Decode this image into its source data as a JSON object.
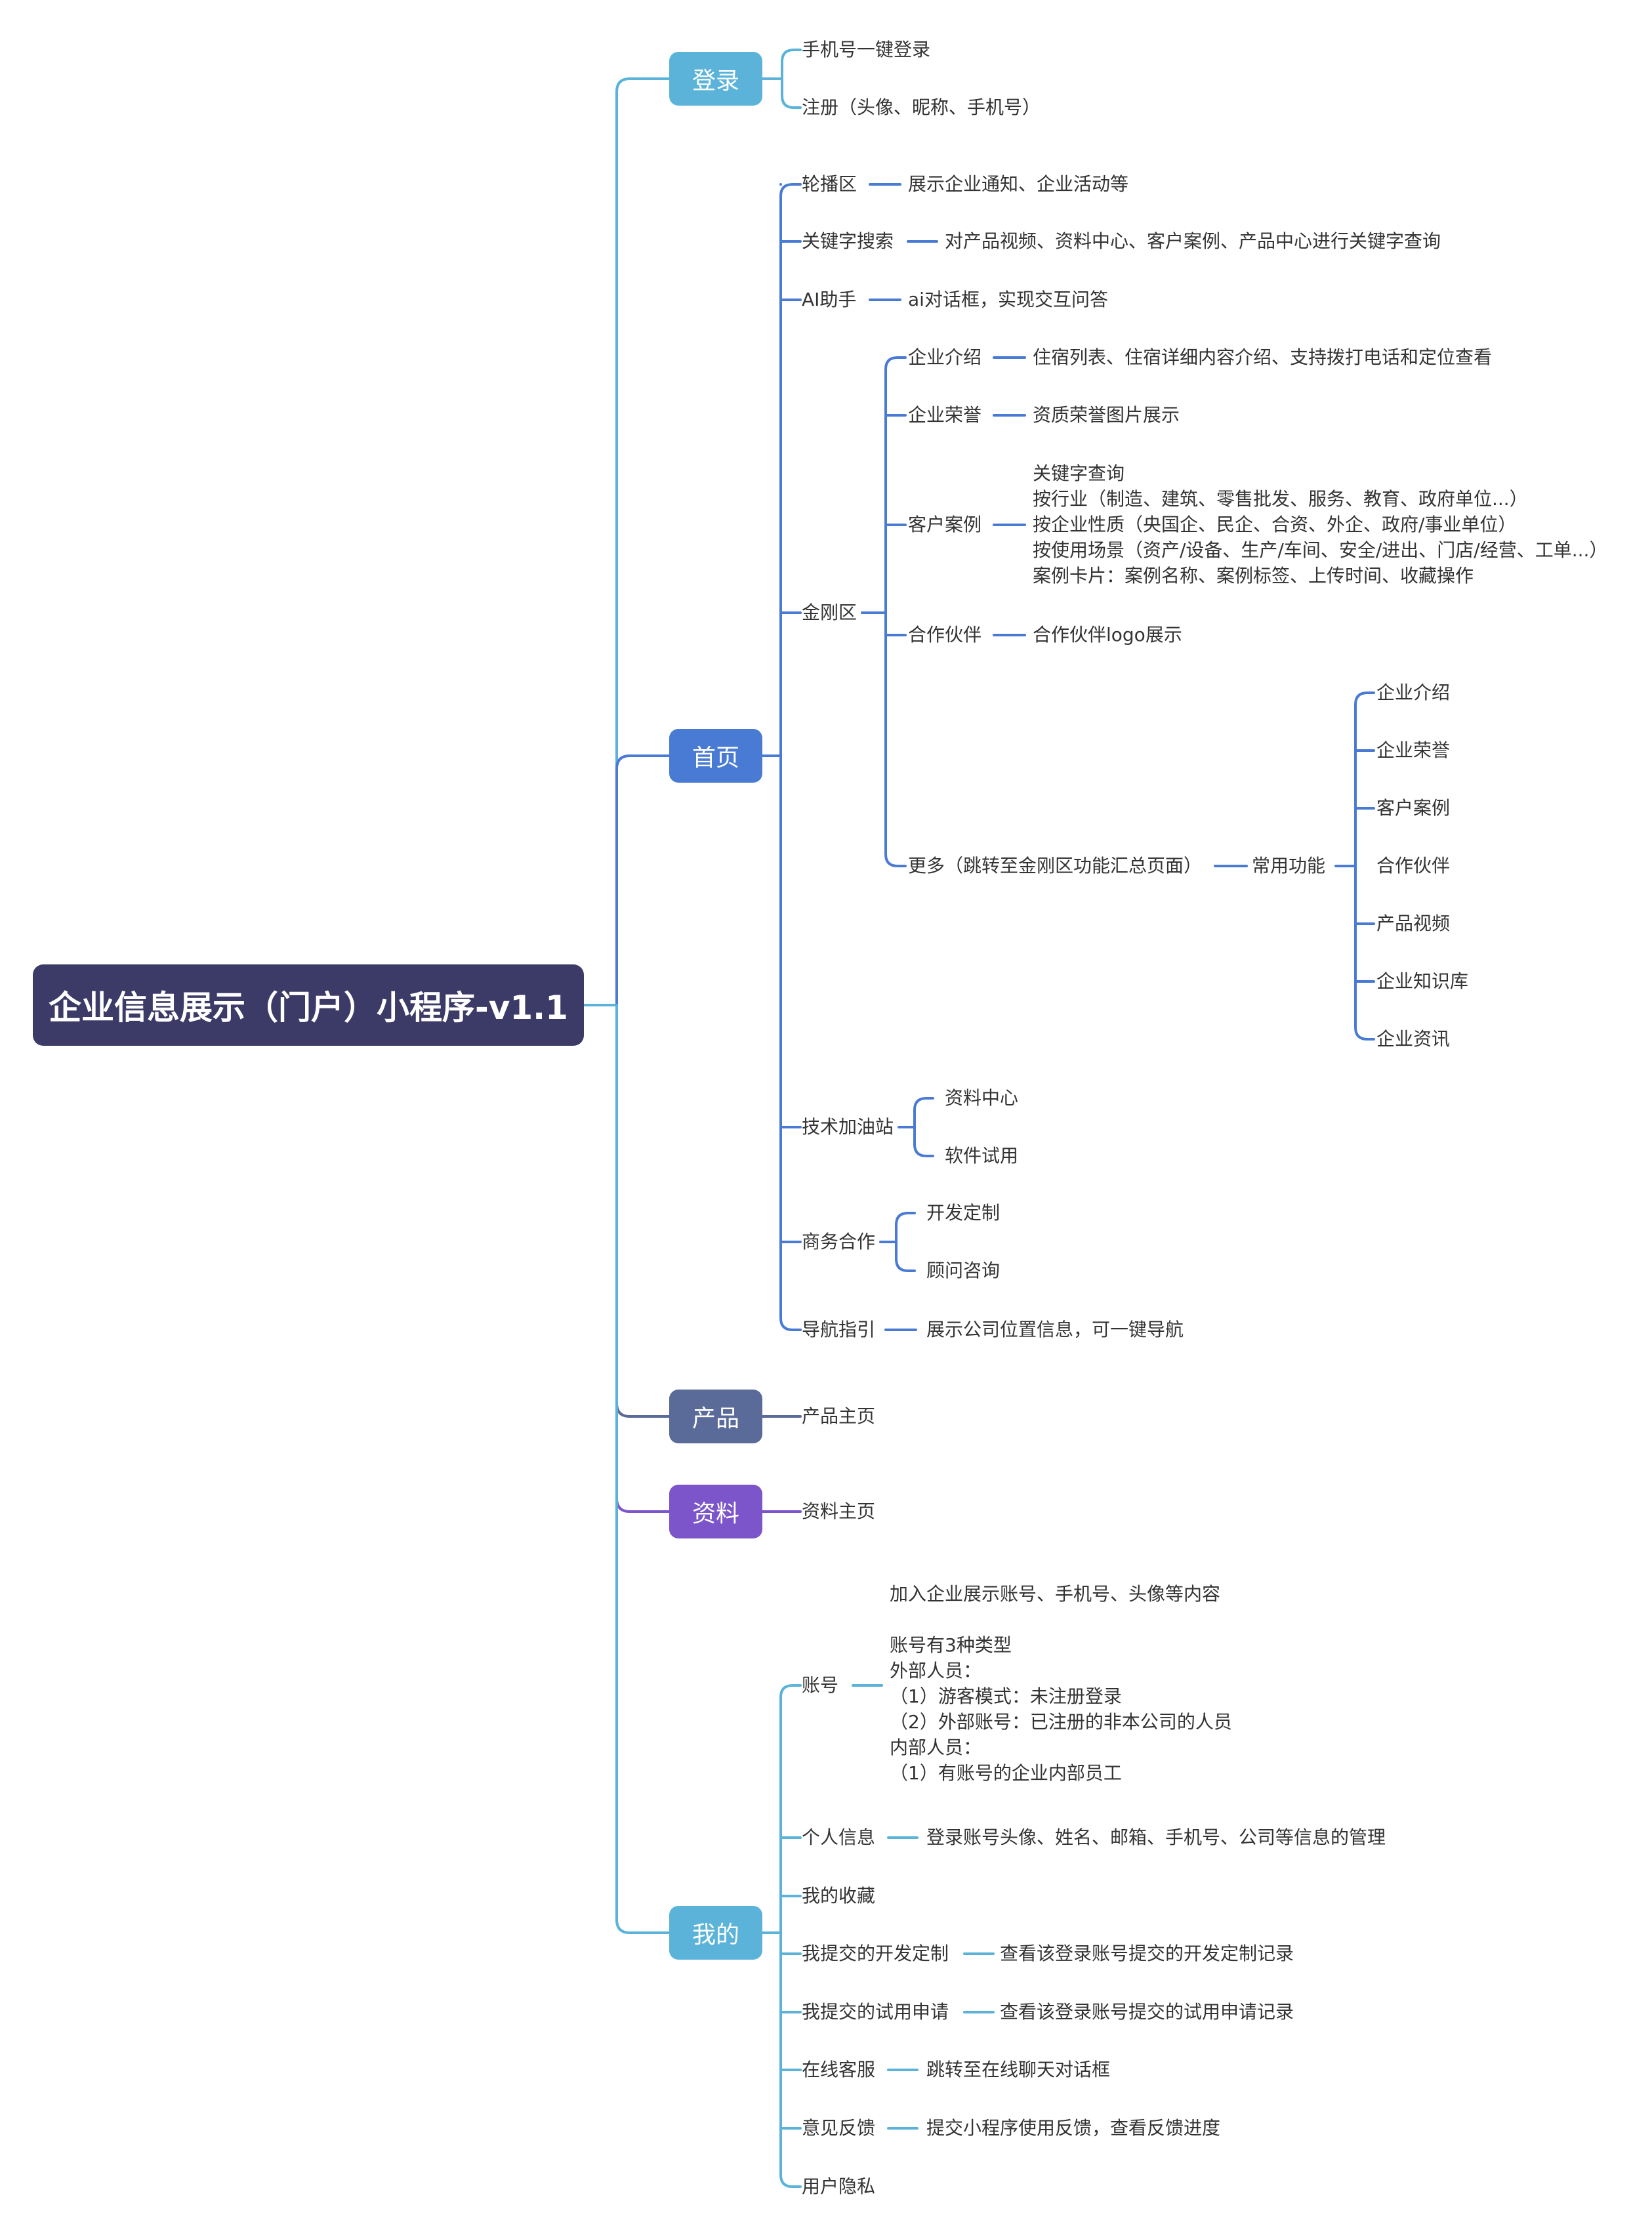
{
  "root": "企业信息展示（门户）小程序-v1.1",
  "branches": {
    "login": "登录",
    "home": "首页",
    "product": "产品",
    "materials": "资料",
    "mine": "我的"
  },
  "login": {
    "phone": "手机号一键登录",
    "register": "注册（头像、昵称、手机号）"
  },
  "home": {
    "carousel": "轮播区",
    "carousel_desc": "展示企业通知、企业活动等",
    "search": "关键字搜索",
    "search_desc": "对产品视频、资料中心、客户案例、产品中心进行关键字查询",
    "ai": "AI助手",
    "ai_desc": "ai对话框，实现交互问答",
    "kingkong": "金刚区",
    "intro": "企业介绍",
    "intro_desc": "住宿列表、住宿详细内容介绍、支持拨打电话和定位查看",
    "honor": "企业荣誉",
    "honor_desc": "资质荣誉图片展示",
    "cases": "客户案例",
    "cases_desc": "关键字查询\n按行业（制造、建筑、零售批发、服务、教育、政府单位...）\n按企业性质（央国企、民企、合资、外企、政府/事业单位）\n按使用场景（资产/设备、生产/车间、安全/进出、门店/经营、工单...）\n案例卡片：案例名称、案例标签、上传时间、收藏操作",
    "partners": "合作伙伴",
    "partners_desc": "合作伙伴logo展示",
    "more": "更多（跳转至金刚区功能汇总页面）",
    "common": "常用功能",
    "common_items": [
      "企业介绍",
      "企业荣誉",
      "客户案例",
      "合作伙伴",
      "产品视频",
      "企业知识库",
      "企业资讯"
    ],
    "tech": "技术加油站",
    "tech_items": [
      "资料中心",
      "软件试用"
    ],
    "biz": "商务合作",
    "biz_items": [
      "开发定制",
      "顾问咨询"
    ],
    "nav": "导航指引",
    "nav_desc": "展示公司位置信息，可一键导航"
  },
  "product": {
    "main": "产品主页"
  },
  "materials": {
    "main": "资料主页"
  },
  "mine": {
    "account": "账号",
    "account_desc": "加入企业展示账号、手机号、头像等内容\n\n账号有3种类型\n外部人员：\n（1）游客模式：未注册登录\n（2）外部账号：已注册的非本公司的人员\n内部人员：\n（1）有账号的企业内部员工",
    "profile": "个人信息",
    "profile_desc": "登录账号头像、姓名、邮箱、手机号、公司等信息的管理",
    "favorites": "我的收藏",
    "dev": "我提交的开发定制",
    "dev_desc": "查看该登录账号提交的开发定制记录",
    "trial": "我提交的试用申请",
    "trial_desc": "查看该登录账号提交的试用申请记录",
    "service": "在线客服",
    "service_desc": "跳转至在线聊天对话框",
    "feedback": "意见反馈",
    "feedback_desc": "提交小程序使用反馈，查看反馈进度",
    "privacy": "用户隐私"
  },
  "colors": {
    "root": "#3c3a66",
    "login": "#5bb3d9",
    "home": "#4a7bd4",
    "product": "#5a6a99",
    "materials": "#7b55c9",
    "mine": "#5bb3d9",
    "home_lines": "#4a7bd4",
    "light_lines": "#5bb3d9"
  }
}
